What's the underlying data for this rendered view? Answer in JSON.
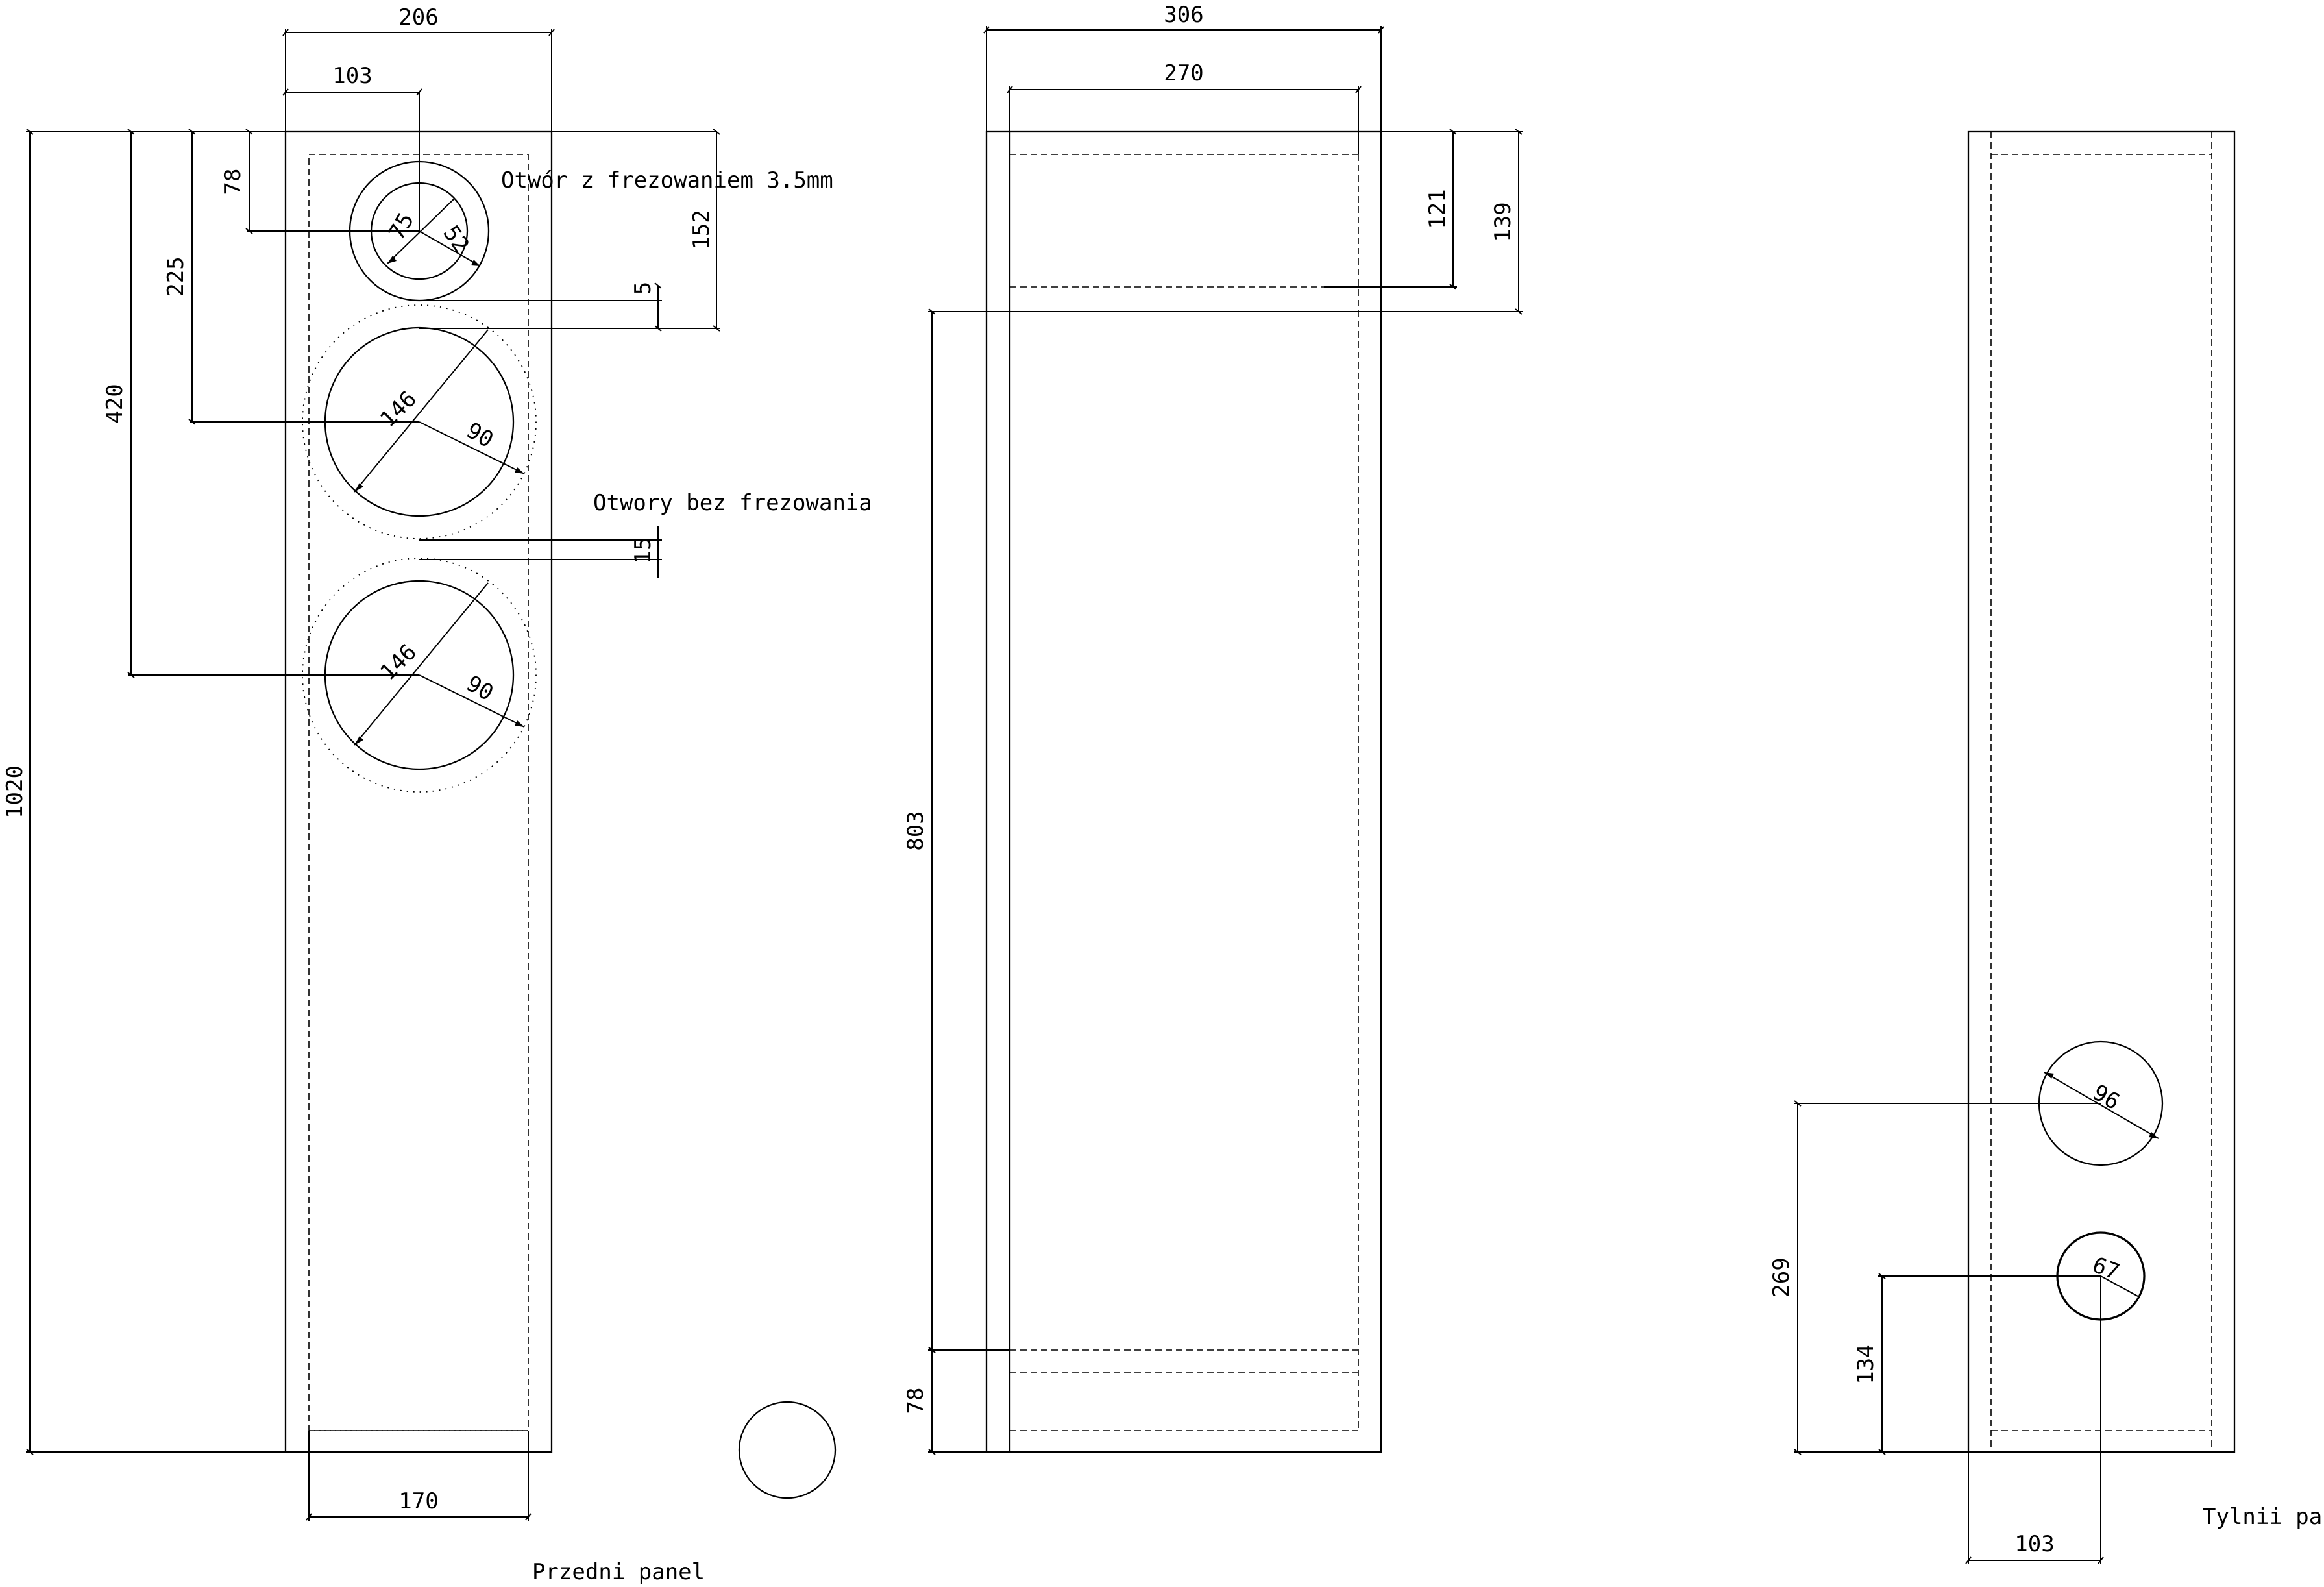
{
  "front": {
    "title": "Przedni panel",
    "note_routed": "Otwór z frezowaniem 3.5mm",
    "note_plain": "Otwory bez frezowania",
    "dim_width": "206",
    "dim_inner_width": "170",
    "dim_half_width": "103",
    "dim_height": "1020",
    "dim_tweeter_center": "78",
    "dim_mid1_center": "225",
    "dim_mid2_center": "420",
    "dim_tweeter_gap": "5",
    "dim_tweeter_zone": "152",
    "dim_woofer_gap": "15",
    "tweeter_outer_dia": "75",
    "tweeter_inner_dia": "52",
    "woofer1_outer_dia": "146",
    "woofer1_inner_dia": "90",
    "woofer2_outer_dia": "146",
    "woofer2_inner_dia": "90"
  },
  "side": {
    "dim_width": "306",
    "dim_inner_width": "270",
    "dim_upper_brace": "121",
    "dim_upper_brace_lower": "139",
    "dim_chamber": "803",
    "dim_base": "78"
  },
  "back": {
    "title": "Tylnii panel",
    "port_dia": "96",
    "terminal_dia": "67",
    "dim_port_height": "269",
    "dim_terminal_height": "134",
    "dim_center": "103"
  }
}
